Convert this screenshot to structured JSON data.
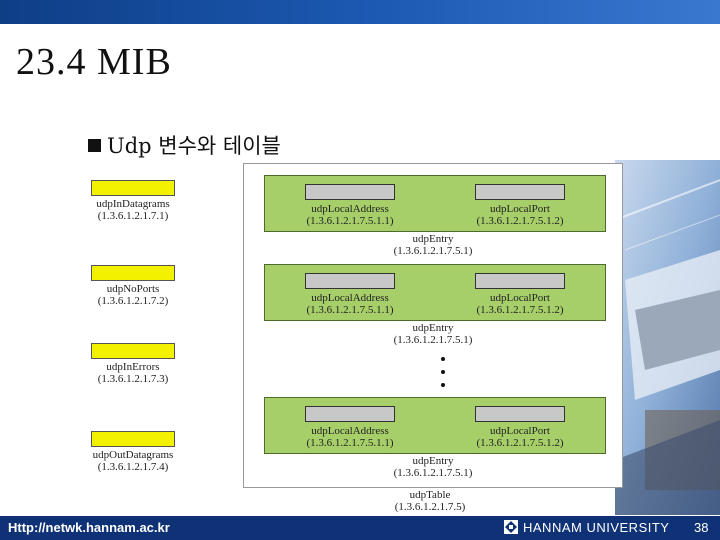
{
  "slide": {
    "title": "23.4  MIB",
    "bullet": "Udp 변수와 테이블"
  },
  "variables": [
    {
      "name": "udpInDatagrams",
      "oid": "(1.3.6.1.2.1.7.1)"
    },
    {
      "name": "udpNoPorts",
      "oid": "(1.3.6.1.2.1.7.2)"
    },
    {
      "name": "udpInErrors",
      "oid": "(1.3.6.1.2.1.7.3)"
    },
    {
      "name": "udpOutDatagrams",
      "oid": "(1.3.6.1.2.1.7.4)"
    }
  ],
  "table": {
    "entries": [
      {
        "local_address": {
          "name": "udpLocalAddress",
          "oid": "(1.3.6.1.2.1.7.5.1.1)"
        },
        "local_port": {
          "name": "udpLocalPort",
          "oid": "(1.3.6.1.2.1.7.5.1.2)"
        },
        "entry_name": "udpEntry",
        "entry_oid": "(1.3.6.1.2.1.7.5.1)"
      },
      {
        "local_address": {
          "name": "udpLocalAddress",
          "oid": "(1.3.6.1.2.1.7.5.1.1)"
        },
        "local_port": {
          "name": "udpLocalPort",
          "oid": "(1.3.6.1.2.1.7.5.1.2)"
        },
        "entry_name": "udpEntry",
        "entry_oid": "(1.3.6.1.2.1.7.5.1)"
      },
      {
        "local_address": {
          "name": "udpLocalAddress",
          "oid": "(1.3.6.1.2.1.7.5.1.1)"
        },
        "local_port": {
          "name": "udpLocalPort",
          "oid": "(1.3.6.1.2.1.7.5.1.2)"
        },
        "entry_name": "udpEntry",
        "entry_oid": "(1.3.6.1.2.1.7.5.1)"
      }
    ],
    "table_name": "udpTable",
    "table_oid": "(1.3.6.1.2.1.7.5)"
  },
  "footer": {
    "url": "Http://netwk.hannam.ac.kr",
    "university": "HANNAM  UNIVERSITY",
    "page_number": "38"
  },
  "colors": {
    "header_bar": "#1d5bb5",
    "footer_bar": "#0f3277",
    "variable_box": "#f3f000",
    "entry_fill": "#a6cf6a",
    "column_box": "#c8c8c8"
  }
}
